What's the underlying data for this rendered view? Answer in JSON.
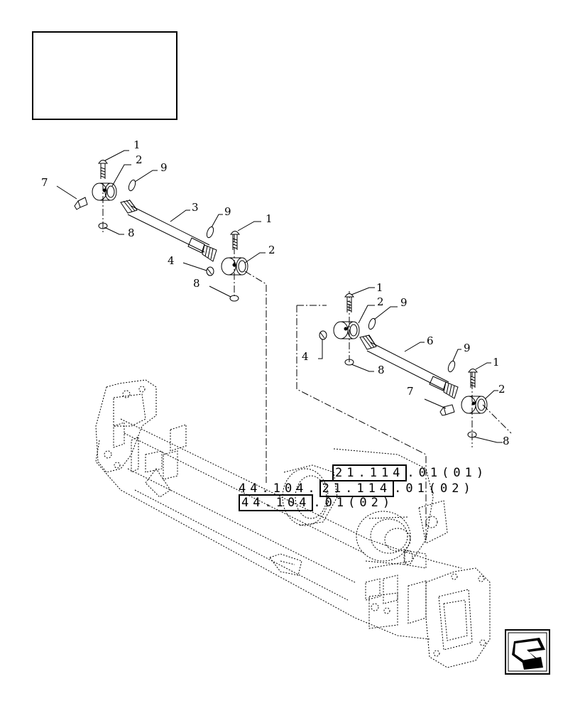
{
  "callouts": [
    {
      "id": "c1a",
      "text": "1"
    },
    {
      "id": "c2a",
      "text": "2"
    },
    {
      "id": "c9a",
      "text": "9"
    },
    {
      "id": "c7a",
      "text": "7"
    },
    {
      "id": "c3",
      "text": "3"
    },
    {
      "id": "c8a",
      "text": "8"
    },
    {
      "id": "c9b",
      "text": "9"
    },
    {
      "id": "c1b",
      "text": "1"
    },
    {
      "id": "c2b",
      "text": "2"
    },
    {
      "id": "c4a",
      "text": "4"
    },
    {
      "id": "c8b",
      "text": "8"
    },
    {
      "id": "c1c",
      "text": "1"
    },
    {
      "id": "c2c",
      "text": "2"
    },
    {
      "id": "c9c",
      "text": "9"
    },
    {
      "id": "c4b",
      "text": "4"
    },
    {
      "id": "c6",
      "text": "6"
    },
    {
      "id": "c8c",
      "text": "8"
    },
    {
      "id": "c9d",
      "text": "9"
    },
    {
      "id": "c1d",
      "text": "1"
    },
    {
      "id": "c7b",
      "text": "7"
    },
    {
      "id": "c2d",
      "text": "2"
    },
    {
      "id": "c8d",
      "text": "8"
    }
  ],
  "references": [
    {
      "boxed": "21.114",
      "suffix": ".01(01)"
    },
    {
      "prefix": "44.104",
      "boxed": "21.114",
      "suffix": ".01(02)"
    },
    {
      "boxed": "44.104",
      "suffix": ".01(02)"
    }
  ],
  "nav_icon": "previous-page-arrow-icon"
}
